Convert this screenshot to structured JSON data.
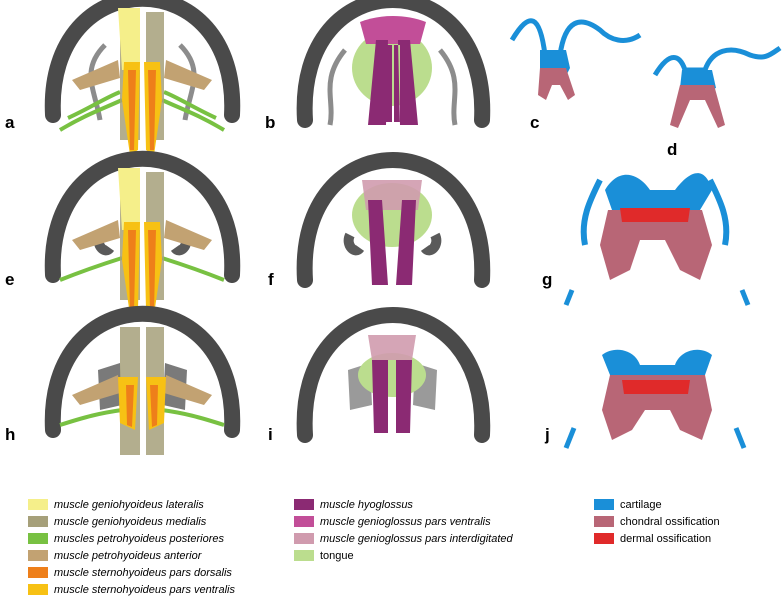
{
  "panel_labels": [
    "a",
    "b",
    "c",
    "d",
    "e",
    "f",
    "g",
    "h",
    "i",
    "j"
  ],
  "legend_muscles_1": [
    {
      "label": "muscle geniohyoideus lateralis",
      "color": "#F5EF8A"
    },
    {
      "label": "muscle geniohyoideus medialis",
      "color": "#A6A07A"
    },
    {
      "label": "muscles petrohyoideus posteriores",
      "color": "#78C142"
    },
    {
      "label": "muscle petrohyoideus anterior",
      "color": "#C2A272"
    },
    {
      "label": "muscle sternohyoideus pars dorsalis",
      "color": "#EE7F1A"
    },
    {
      "label": "muscle sternohyoideus pars ventralis",
      "color": "#F7C114"
    }
  ],
  "legend_muscles_2": [
    {
      "label": "muscle hyoglossus",
      "color": "#8B2A73"
    },
    {
      "label": "muscle genioglossus pars ventralis",
      "color": "#C24E98"
    },
    {
      "label": "muscle genioglossus pars interdigitated",
      "color": "#D09BAE"
    },
    {
      "label": "tongue",
      "color": "#BBDD8E"
    }
  ],
  "legend_tissue": [
    {
      "label": "cartilage",
      "color": "#1A8FD8"
    },
    {
      "label": "chondral ossification",
      "color": "#B86676"
    },
    {
      "label": "dermal ossification",
      "color": "#E02A2A"
    }
  ],
  "colors": {
    "jaw": "#4A4A4A",
    "skeleton_gray": "#8C8C8C",
    "background": "#FFFFFF"
  }
}
